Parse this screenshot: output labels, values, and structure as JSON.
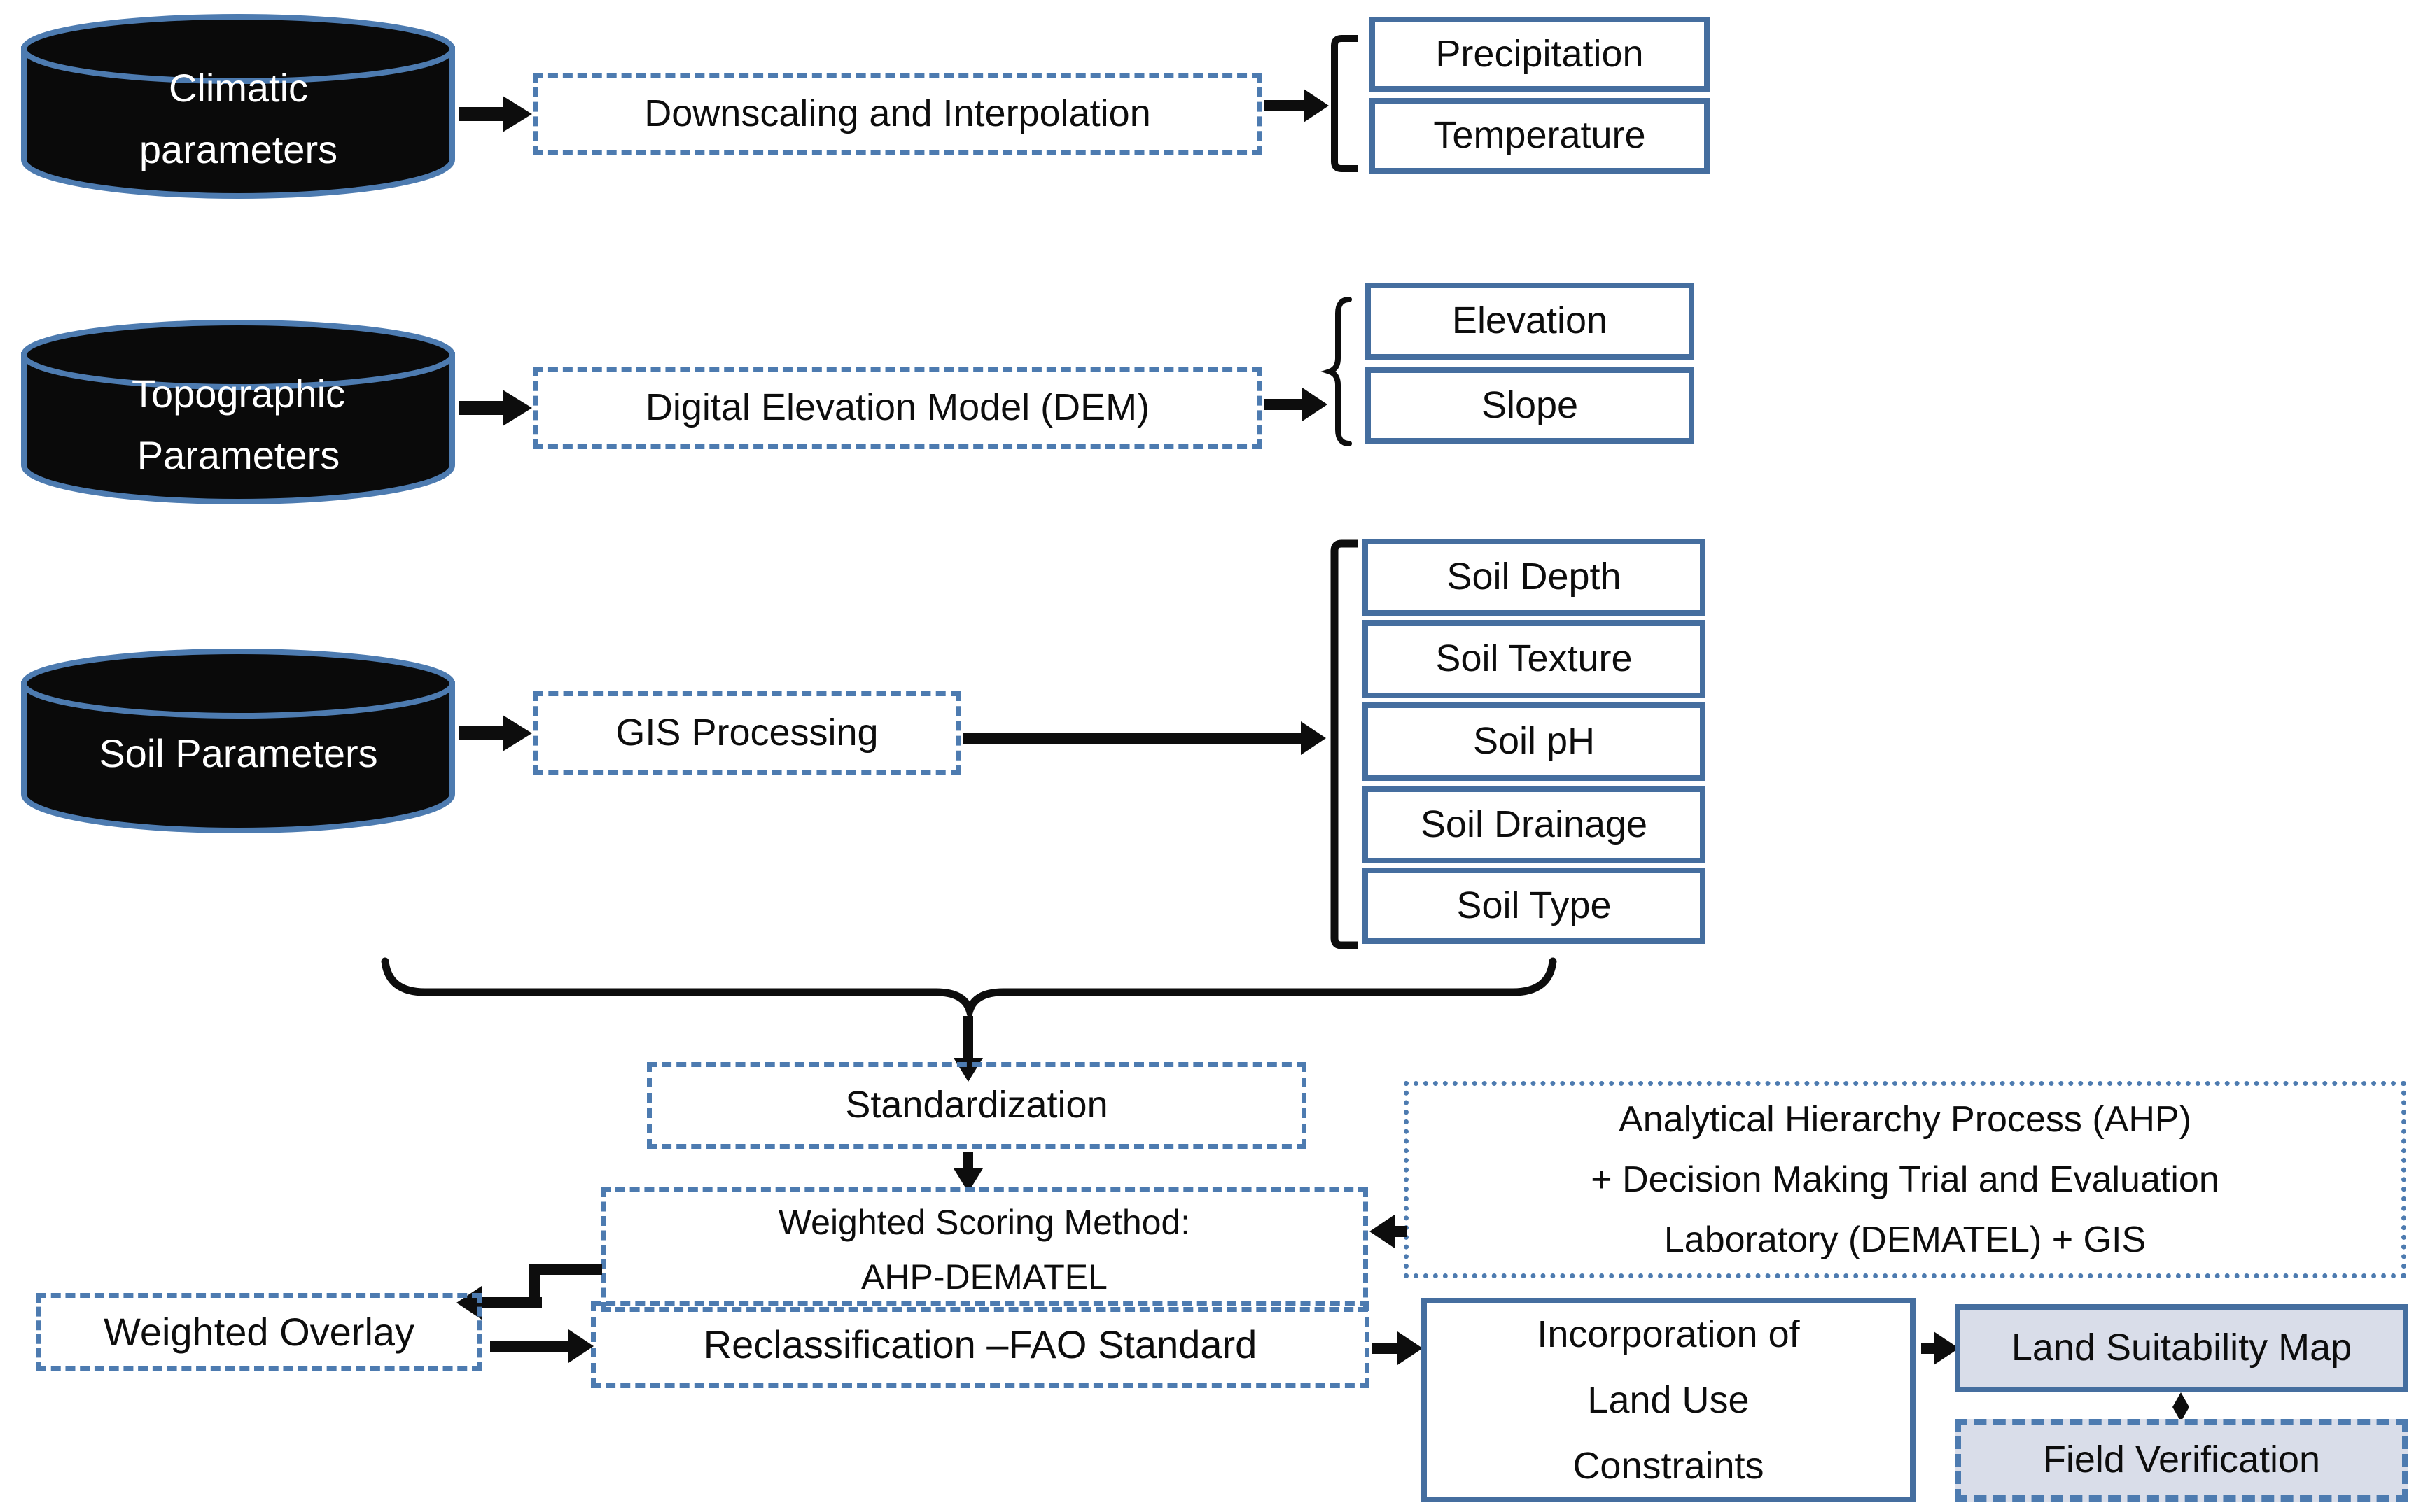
{
  "figure": {
    "colors": {
      "border_blue_solid": "#456e9f",
      "border_blue_dashed": "#4d7bb0",
      "cylinder_fill": "#0a0a0a",
      "cylinder_text": "#ffffff",
      "light_node_fill": "#d9dde9",
      "arrow_black": "#0d0d0d",
      "background": "#ffffff"
    },
    "rows": [
      {
        "source_lines": [
          "Climatic",
          "parameters"
        ],
        "process": "Downscaling and Interpolation",
        "outputs": [
          "Precipitation",
          "Temperature"
        ]
      },
      {
        "source_lines": [
          "Topographic",
          "Parameters"
        ],
        "process": "Digital Elevation Model (DEM)",
        "outputs": [
          "Elevation",
          "Slope"
        ]
      },
      {
        "source_lines": [
          "Soil Parameters"
        ],
        "process": "GIS Processing",
        "outputs": [
          "Soil Depth",
          "Soil Texture",
          "Soil pH",
          "Soil Drainage",
          "Soil Type"
        ]
      }
    ],
    "standardization": "Standardization",
    "weighted_scoring_lines": [
      "Weighted Scoring Method:",
      "AHP-DEMATEL"
    ],
    "ahp_dematel_lines": [
      "Analytical Hierarchy Process (AHP)",
      "+ Decision Making Trial and Evaluation",
      "Laboratory (DEMATEL) + GIS"
    ],
    "weighted_overlay": "Weighted Overlay",
    "reclassification": "Reclassification –FAO Standard",
    "incorporation_lines": [
      "Incorporation of",
      "Land Use",
      "Constraints"
    ],
    "land_suitability_map": "Land Suitability Map",
    "field_verification": "Field Verification"
  }
}
